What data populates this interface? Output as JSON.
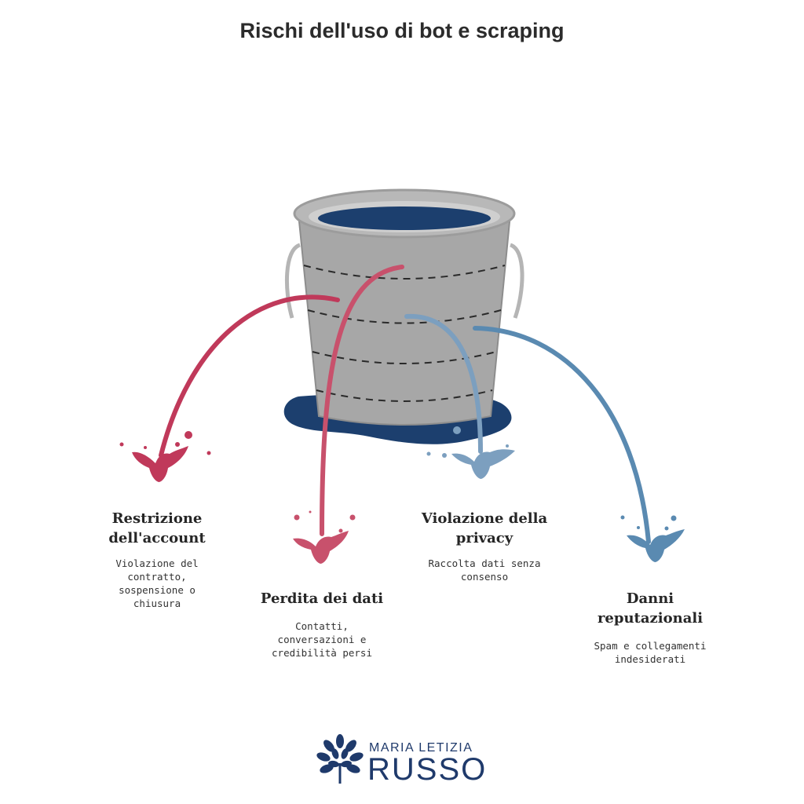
{
  "title": "Rischi dell'uso di bot e scraping",
  "colors": {
    "bucket": "#a7a7a7",
    "bucket_outline": "#8a8a8a",
    "water": "#1c3f6e",
    "red": "#c0395a",
    "blue": "#5a8ab1",
    "logo": "#1f3a6b"
  },
  "risks": [
    {
      "title_line1": "Restrizione",
      "title_line2": "dell'account",
      "desc_line1": "Violazione del",
      "desc_line2": "contratto,",
      "desc_line3": "sospensione o",
      "desc_line4": "chiusura"
    },
    {
      "title_line1": "Perdita dei dati",
      "desc_line1": "Contatti,",
      "desc_line2": "conversazioni e",
      "desc_line3": "credibilità persi"
    },
    {
      "title_line1": "Violazione della",
      "title_line2": "privacy",
      "desc_line1": "Raccolta dati senza",
      "desc_line2": "consenso"
    },
    {
      "title_line1": "Danni",
      "title_line2": "reputazionali",
      "desc_line1": "Spam e collegamenti",
      "desc_line2": "indesiderati"
    }
  ],
  "logo": {
    "line1": "MARIA LETIZIA",
    "line2": "RUSSO",
    "icon": "tree-icon"
  }
}
